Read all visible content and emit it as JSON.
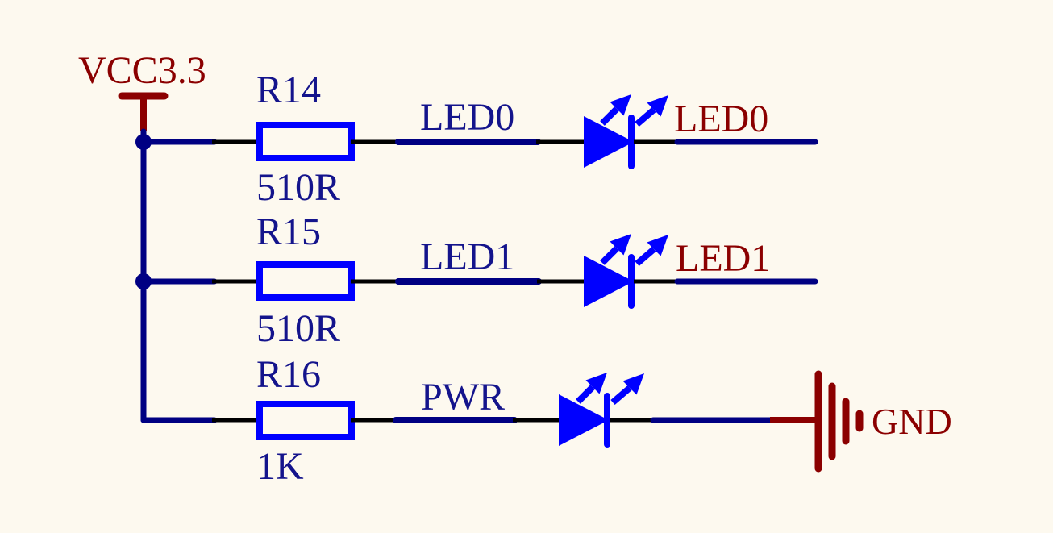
{
  "colors": {
    "background": "#FDF9EF",
    "wire_blue": "#000082",
    "component_blue": "#0000FF",
    "pin_black": "#000000",
    "power_red": "#8B0000",
    "text_blue": "#14148C"
  },
  "power_rail": {
    "label": "VCC3.3"
  },
  "ground": {
    "label": "GND"
  },
  "rows": [
    {
      "designator": "R14",
      "value": "510R",
      "net_label": "LED0",
      "signal_label": "LED0"
    },
    {
      "designator": "R15",
      "value": "510R",
      "net_label": "LED1",
      "signal_label": "LED1"
    },
    {
      "designator": "R16",
      "value": "1K",
      "net_label": "PWR",
      "signal_label": ""
    }
  ]
}
